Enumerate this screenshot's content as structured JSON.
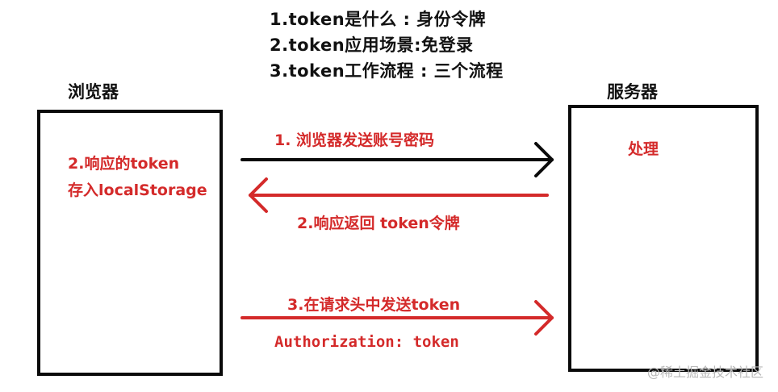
{
  "headings": [
    "1.token是什么 : 身份令牌",
    "2.token应用场景:免登录",
    "3.token工作流程 :  三个流程"
  ],
  "browser": {
    "title": "浏览器",
    "note_line1": "2.响应的token",
    "note_line2": "存入localStorage"
  },
  "server": {
    "title": "服务器",
    "note": "处理"
  },
  "arrows": {
    "step1_label": "1. 浏览器发送账号密码",
    "step2_label": "2.响应返回 token令牌",
    "step3_label": "3.在请求头中发送token",
    "step3_sublabel": "Authorization: token"
  },
  "watermark": "@稀土掘金技术社区",
  "colors": {
    "black_arrow": "#0a0a0a",
    "red_arrow": "#d42a2a"
  }
}
